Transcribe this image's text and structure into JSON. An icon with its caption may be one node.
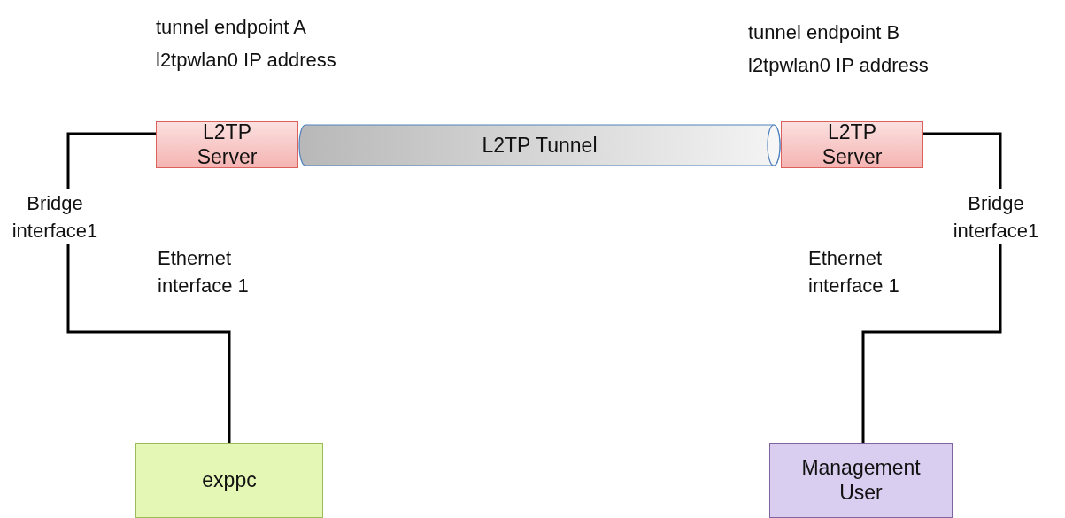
{
  "diagram": {
    "nodes": [
      {
        "text": [
          "L2TP Server"
        ],
        "beside": [
          "tunnel endpoint A l2tpwlan0 IP address"
        ]
      },
      {
        "text": [
          "L2TP Tunnel"
        ]
      },
      {
        "text": [
          "L2TP Server"
        ],
        "beside": [
          "tunnel endpoint B l2tpwlan0 IP address"
        ]
      },
      {
        "text": [
          "exppc"
        ]
      },
      {
        "text": [
          "Management User"
        ]
      }
    ],
    "edges": [
      {
        "from": 0,
        "to": 3,
        "arrow": "none"
      },
      {
        "from": 2,
        "to": 4,
        "arrow": "none"
      }
    ],
    "labels": [
      "Bridge interface1",
      "Ethernet interface 1",
      "Ethernet interface 1",
      "Bridge interface1"
    ]
  }
}
